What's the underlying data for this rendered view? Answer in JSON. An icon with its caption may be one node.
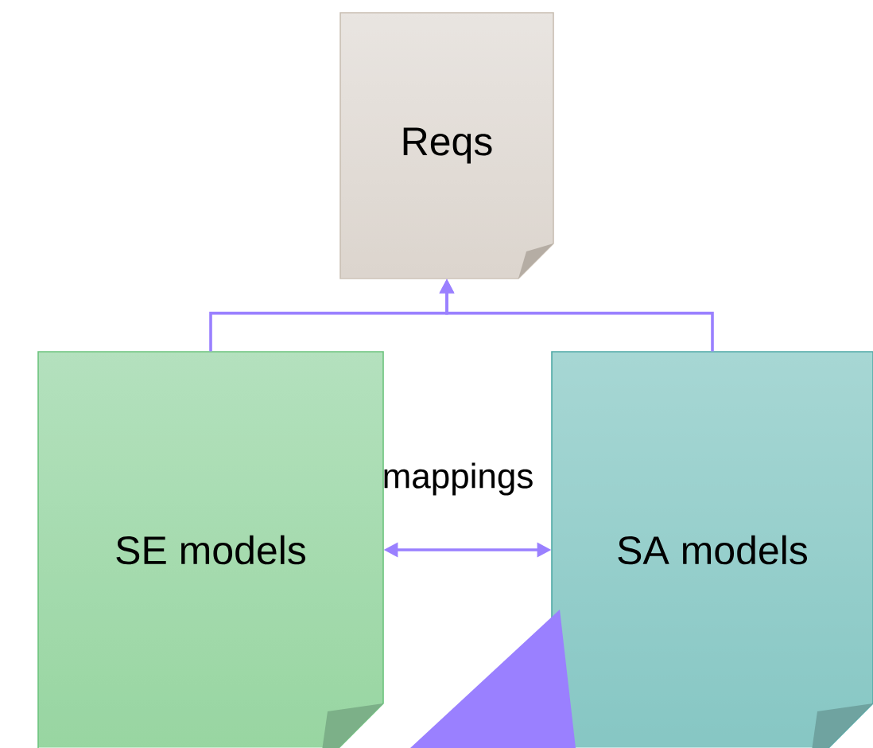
{
  "diagram": {
    "nodes": [
      {
        "text": [
          "Reqs"
        ]
      },
      {
        "text": [
          "SE models"
        ]
      },
      {
        "text": [
          "SA models"
        ]
      },
      {
        "text": [],
        "shape": "triangle"
      }
    ],
    "edges": [
      {
        "from": 1,
        "to": 0,
        "arrow": "to"
      },
      {
        "from": 2,
        "to": 0,
        "arrow": "to"
      },
      {
        "from": 1,
        "to": 2,
        "arrow": "both",
        "label": "mappings"
      }
    ]
  }
}
